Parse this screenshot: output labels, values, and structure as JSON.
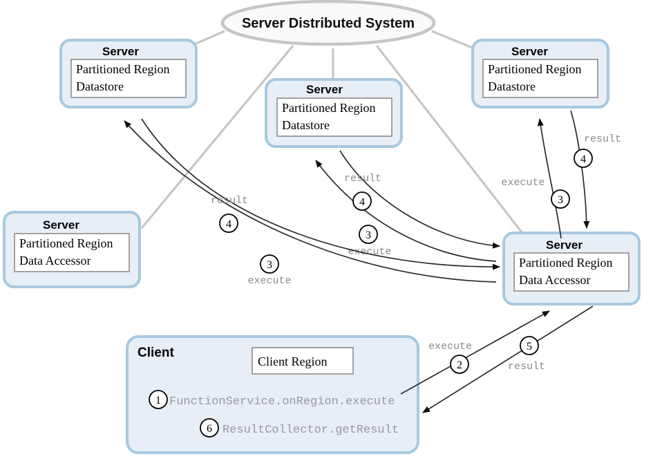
{
  "diagram": {
    "title": "Server Distributed System",
    "cloud": {
      "label": "Server Distributed System"
    },
    "nodes": [
      {
        "id": "server-datastore-left",
        "title": "Server",
        "line1": "Partitioned Region",
        "line2": "Datastore"
      },
      {
        "id": "server-datastore-middle",
        "title": "Server",
        "line1": "Partitioned Region",
        "line2": "Datastore"
      },
      {
        "id": "server-datastore-right",
        "title": "Server",
        "line1": "Partitioned Region",
        "line2": "Datastore"
      },
      {
        "id": "server-accessor-left",
        "title": "Server",
        "line1": "Partitioned Region",
        "line2": "Data Accessor"
      },
      {
        "id": "server-accessor-right",
        "title": "Server",
        "line1": "Partitioned Region",
        "line2": "Data Accessor"
      }
    ],
    "client": {
      "title": "Client",
      "region_label": "Client Region",
      "calls": [
        {
          "step": "1",
          "text": "FunctionService.onRegion.execute"
        },
        {
          "step": "6",
          "text": "ResultCollector.getResult"
        }
      ]
    },
    "flows": [
      {
        "id": "client-execute",
        "step": "2",
        "label": "execute"
      },
      {
        "id": "client-result",
        "step": "5",
        "label": "result"
      },
      {
        "id": "left-execute",
        "step": "3",
        "label": "execute"
      },
      {
        "id": "left-result",
        "step": "4",
        "label": "result"
      },
      {
        "id": "middle-execute",
        "step": "3",
        "label": "execute"
      },
      {
        "id": "middle-result",
        "step": "4",
        "label": "result"
      },
      {
        "id": "right-execute",
        "step": "3",
        "label": "execute"
      },
      {
        "id": "right-result",
        "step": "4",
        "label": "result"
      }
    ],
    "colors": {
      "box_fill": "#e7eef6",
      "box_border": "#a7c9e0",
      "inner_fill": "#ffffff",
      "inner_border": "#8c8c8c",
      "link": "#c6c6c6",
      "arrow": "#2b2b2b",
      "label_text": "#8a8a8a",
      "background": "#ffffff"
    }
  }
}
